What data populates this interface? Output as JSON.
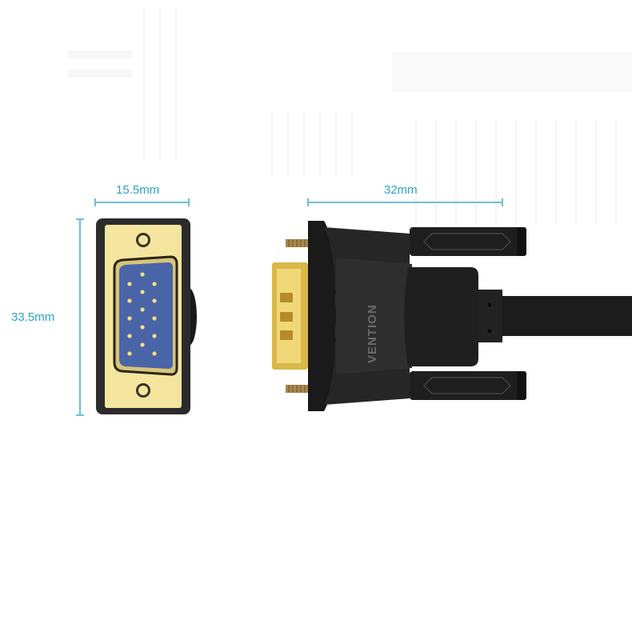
{
  "image": {
    "description": "VGA cable connector product photo with dimension annotations",
    "brand_text": "VENTION",
    "colors": {
      "dimension": "#2aa3c4",
      "gold": "#f2e39a",
      "shell": "#2a2a2a",
      "pins_face": "#4a64a8",
      "body": "#1e1e1e"
    }
  },
  "dimensions": {
    "width_front": "15.5mm",
    "height_front": "33.5mm",
    "length_side": "32mm"
  }
}
